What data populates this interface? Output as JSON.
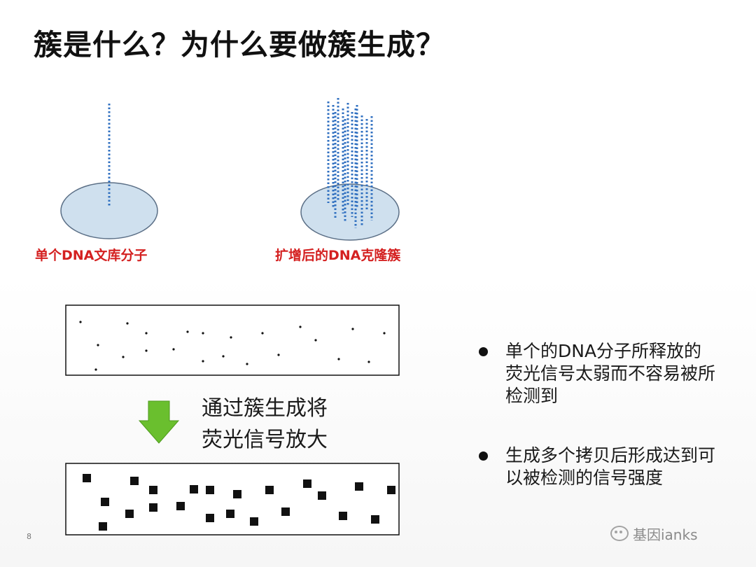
{
  "title": "簇是什么？为什么要做簇生成？",
  "captions": {
    "single_molecule": "单个DNA文库分子",
    "amplified_cluster": "扩增后的DNA克隆簇"
  },
  "amplify_text": [
    "通过簇生成将",
    "荧光信号放大"
  ],
  "bullets": [
    "单个的DNA分子所释放的荧光信号太弱而不容易被所检测到",
    "生成多个拷贝后形成达到可以被检测的信号强度"
  ],
  "page_number": "8",
  "watermark": "基因ianks",
  "colors": {
    "caption_red": "#d42020",
    "strand_blue": "#2f6fc0",
    "disk_fill": "#cfe0ee",
    "disk_stroke": "#5b6f86",
    "arrow_green": "#6abf2e"
  }
}
